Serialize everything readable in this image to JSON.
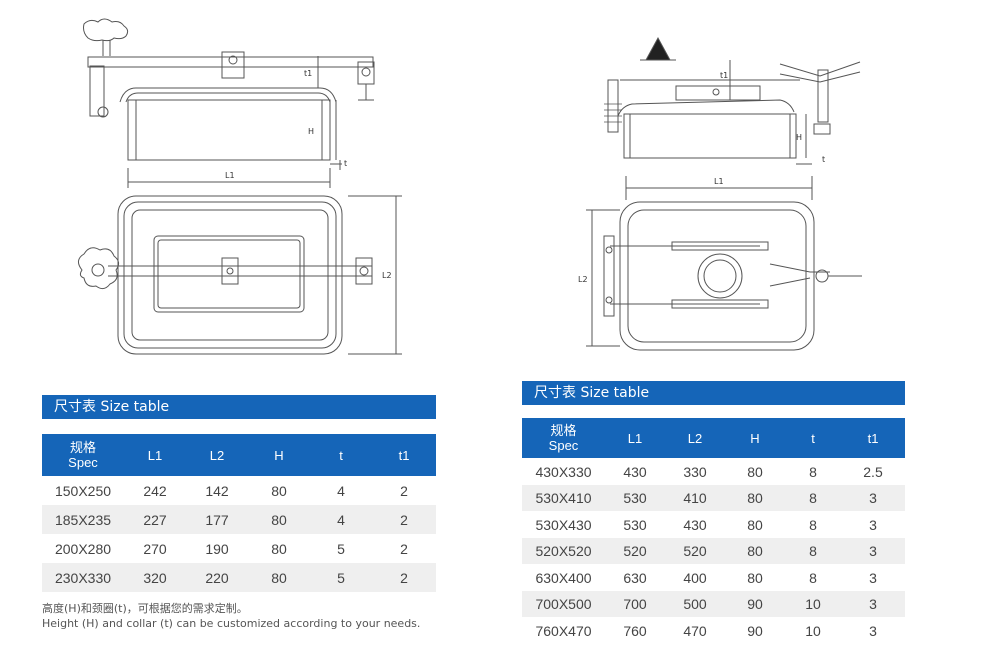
{
  "left_drawing": {
    "labels": {
      "l1": "L1",
      "l2": "L2",
      "h": "H",
      "t": "t",
      "t1": "t1"
    }
  },
  "right_drawing": {
    "labels": {
      "l1": "L1",
      "l2": "L2",
      "h": "H",
      "t": "t",
      "t1": "t1"
    }
  },
  "left_table": {
    "title": "尺寸表 Size table",
    "headers": [
      {
        "line1": "规格",
        "line2": "Spec"
      },
      {
        "line1": "L1"
      },
      {
        "line1": "L2"
      },
      {
        "line1": "H"
      },
      {
        "line1": "t"
      },
      {
        "line1": "t1"
      }
    ],
    "rows": [
      [
        "150X250",
        "242",
        "142",
        "80",
        "4",
        "2"
      ],
      [
        "185X235",
        "227",
        "177",
        "80",
        "4",
        "2"
      ],
      [
        "200X280",
        "270",
        "190",
        "80",
        "5",
        "2"
      ],
      [
        "230X330",
        "320",
        "220",
        "80",
        "5",
        "2"
      ]
    ],
    "note_zh": "高度(H)和颈圈(t)，可根据您的需求定制。",
    "note_en": "Height (H) and collar (t) can be customized according to your needs."
  },
  "right_table": {
    "title": "尺寸表 Size table",
    "headers": [
      {
        "line1": "规格",
        "line2": "Spec"
      },
      {
        "line1": "L1"
      },
      {
        "line1": "L2"
      },
      {
        "line1": "H"
      },
      {
        "line1": "t"
      },
      {
        "line1": "t1"
      }
    ],
    "rows": [
      [
        "430X330",
        "430",
        "330",
        "80",
        "8",
        "2.5"
      ],
      [
        "530X410",
        "530",
        "410",
        "80",
        "8",
        "3"
      ],
      [
        "530X430",
        "530",
        "430",
        "80",
        "8",
        "3"
      ],
      [
        "520X520",
        "520",
        "520",
        "80",
        "8",
        "3"
      ],
      [
        "630X400",
        "630",
        "400",
        "80",
        "8",
        "3"
      ],
      [
        "700X500",
        "700",
        "500",
        "90",
        "10",
        "3"
      ],
      [
        "760X470",
        "760",
        "470",
        "90",
        "10",
        "3"
      ]
    ]
  }
}
